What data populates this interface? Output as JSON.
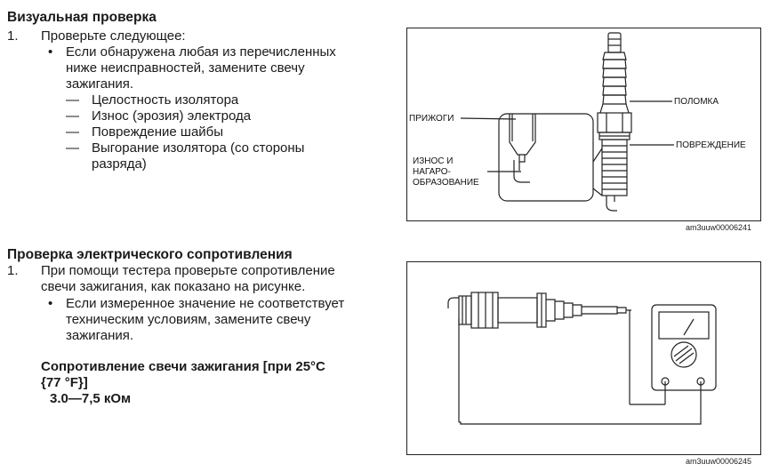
{
  "visual": {
    "heading": "Визуальная проверка",
    "step1_num": "1.",
    "step1_text": "Проверьте следующее:",
    "bullet": "•",
    "bullet_lines": [
      "Если обнаружена любая из перечисленных",
      "ниже неисправностей, замените свечу",
      "зажигания."
    ],
    "dash": "—",
    "items": [
      {
        "lines": [
          "Целостность изолятора"
        ]
      },
      {
        "lines": [
          "Износ (эрозия) электрода"
        ]
      },
      {
        "lines": [
          "Повреждение шайбы"
        ]
      },
      {
        "lines": [
          "Выгорание изолятора (со стороны",
          "разряда)"
        ]
      }
    ]
  },
  "figure1": {
    "labels": {
      "break": "ПОЛОМКА",
      "damage": "ПОВРЕЖДЕНИЕ",
      "burn": "ПРИЖОГИ",
      "wear_1": "ИЗНОС И",
      "wear_2": "НАГАРО-",
      "wear_3": "ОБРАЗОВАНИЕ"
    },
    "id": "am3uuw00006241"
  },
  "electrical": {
    "heading": "Проверка электрического сопротивления",
    "step1_num": "1.",
    "step1_lines": [
      "При помощи тестера проверьте сопротивление",
      "свечи зажигания, как показано на рисунке."
    ],
    "bullet": "•",
    "bullet_lines": [
      "Если измеренное значение не соответствует",
      "техническим условиям, замените свечу",
      "зажигания."
    ],
    "spec_title_1": "Сопротивление свечи зажигания [при 25°C",
    "spec_title_2": "{77 °F}]",
    "spec_value": "3.0—7,5 кОм"
  },
  "figure2": {
    "id": "am3uuw00006245"
  }
}
